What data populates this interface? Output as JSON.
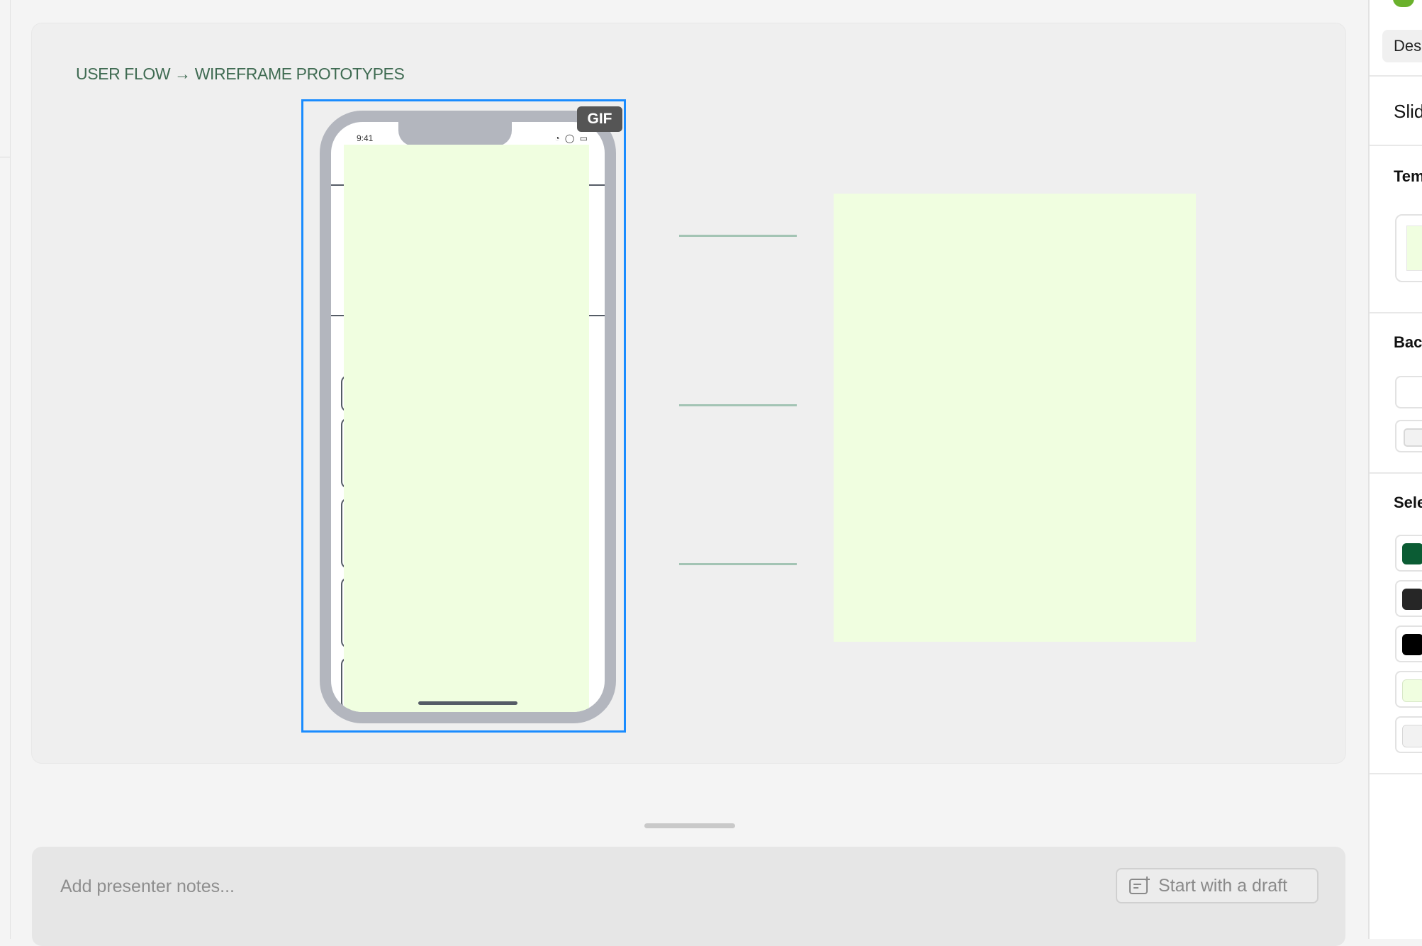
{
  "slide": {
    "title": "USER FLOW → WIREFRAME PROTOTYPES",
    "gif_badge": "GIF",
    "phone": {
      "status_time": "9:41",
      "status_icons": "◔ ◯ ▭"
    }
  },
  "notes": {
    "placeholder": "Add presenter notes...",
    "draft_button": "Start with a draft"
  },
  "right_panel": {
    "tab_label": "Des",
    "section_slide": "Slid",
    "section_template": "Tem",
    "section_background": "Bac",
    "section_selected": "Sele",
    "swatch_colors": [
      "#0b5c34",
      "#262626",
      "#000000",
      "#f0fee0",
      "#f2f2f2"
    ]
  },
  "colors": {
    "accent_selection": "#1a8cff",
    "title_green": "#3f6b52",
    "placeholder_fill": "#f0fee0",
    "connector": "#a3c4b4",
    "template_accent": "#e36b3a"
  }
}
